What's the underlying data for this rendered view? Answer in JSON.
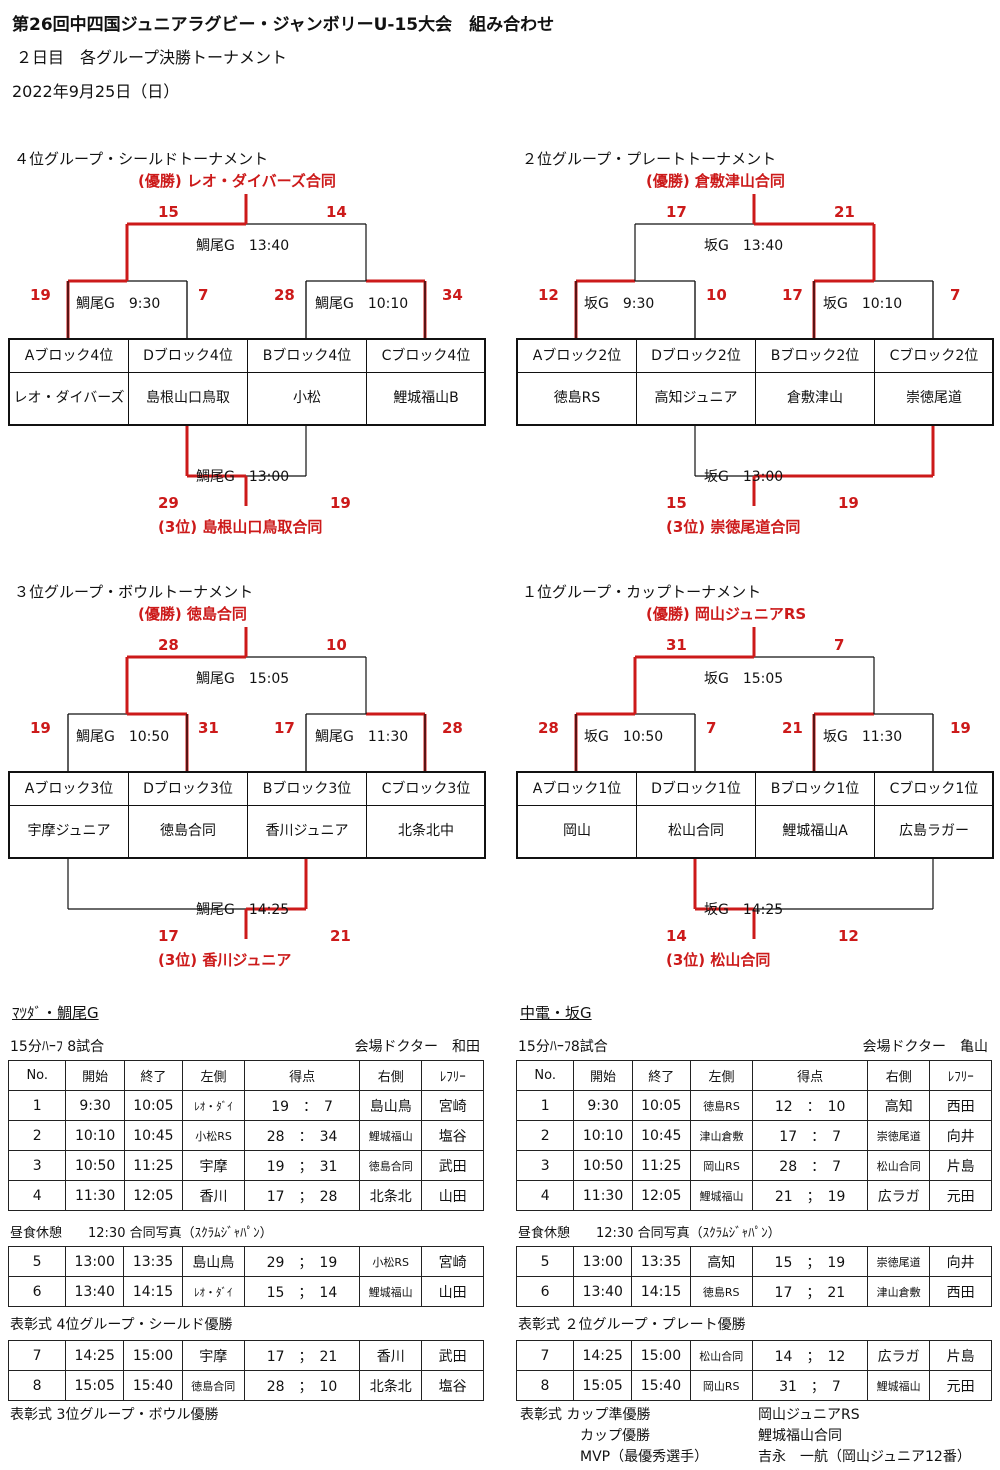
{
  "header": {
    "title": "第26回中四国ジュニアラグビー・ジャンボリーU-15大会　組み合わせ",
    "subtitle": "２日目　各グループ決勝トーナメント",
    "date": "2022年9月25日（日）"
  },
  "brackets": [
    {
      "title": "４位グループ・シールドトーナメント",
      "winner": "(優勝) レオ・ダイバーズ合同",
      "final": {
        "ground": "鯛尾G",
        "time": "13:40",
        "left": "15",
        "right": "14"
      },
      "semi_left": {
        "ground": "鯛尾G",
        "time": "9:30",
        "left": "19",
        "right": "7"
      },
      "semi_right": {
        "ground": "鯛尾G",
        "time": "10:10",
        "left": "28",
        "right": "34"
      },
      "third": {
        "ground": "鯛尾G",
        "time": "13:00",
        "left": "29",
        "right": "19",
        "label": "(3位) 島根山口鳥取合同"
      },
      "teams": [
        {
          "block": "Aブロック4位",
          "name": "レオ・ダイバーズ"
        },
        {
          "block": "Dブロック4位",
          "name": "島根山口鳥取"
        },
        {
          "block": "Bブロック4位",
          "name": "小松"
        },
        {
          "block": "Cブロック4位",
          "name": "鯉城福山B"
        }
      ]
    },
    {
      "title": "２位グループ・プレートトーナメント",
      "winner": "(優勝) 倉敷津山合同",
      "final": {
        "ground": "坂G",
        "time": "13:40",
        "left": "17",
        "right": "21"
      },
      "semi_left": {
        "ground": "坂G",
        "time": "9:30",
        "left": "12",
        "right": "10"
      },
      "semi_right": {
        "ground": "坂G",
        "time": "10:10",
        "left": "17",
        "right": "7"
      },
      "third": {
        "ground": "坂G",
        "time": "13:00",
        "left": "15",
        "right": "19",
        "label": "(3位) 崇徳尾道合同"
      },
      "teams": [
        {
          "block": "Aブロック2位",
          "name": "徳島RS"
        },
        {
          "block": "Dブロック2位",
          "name": "高知ジュニア"
        },
        {
          "block": "Bブロック2位",
          "name": "倉敷津山"
        },
        {
          "block": "Cブロック2位",
          "name": "崇徳尾道"
        }
      ]
    },
    {
      "title": "３位グループ・ボウルトーナメント",
      "winner": "(優勝) 徳島合同",
      "final": {
        "ground": "鯛尾G",
        "time": "15:05",
        "left": "28",
        "right": "10"
      },
      "semi_left": {
        "ground": "鯛尾G",
        "time": "10:50",
        "left": "19",
        "right": "31"
      },
      "semi_right": {
        "ground": "鯛尾G",
        "time": "11:30",
        "left": "17",
        "right": "28"
      },
      "third": {
        "ground": "鯛尾G",
        "time": "14:25",
        "left": "17",
        "right": "21",
        "label": "(3位) 香川ジュニア"
      },
      "teams": [
        {
          "block": "Aブロック3位",
          "name": "宇摩ジュニア"
        },
        {
          "block": "Dブロック3位",
          "name": "徳島合同"
        },
        {
          "block": "Bブロック3位",
          "name": "香川ジュニア"
        },
        {
          "block": "Cブロック3位",
          "name": "北条北中"
        }
      ]
    },
    {
      "title": "１位グループ・カップトーナメント",
      "winner": "(優勝) 岡山ジュニアRS",
      "final": {
        "ground": "坂G",
        "time": "15:05",
        "left": "31",
        "right": "7"
      },
      "semi_left": {
        "ground": "坂G",
        "time": "10:50",
        "left": "28",
        "right": "7"
      },
      "semi_right": {
        "ground": "坂G",
        "time": "11:30",
        "left": "21",
        "right": "19"
      },
      "third": {
        "ground": "坂G",
        "time": "14:25",
        "left": "14",
        "right": "12",
        "label": "(3位) 松山合同"
      },
      "teams": [
        {
          "block": "Aブロック1位",
          "name": "岡山"
        },
        {
          "block": "Dブロック1位",
          "name": "松山合同"
        },
        {
          "block": "Bブロック1位",
          "name": "鯉城福山A"
        },
        {
          "block": "Cブロック1位",
          "name": "広島ラガー"
        }
      ]
    }
  ],
  "schedules": [
    {
      "venue": "ﾏﾂﾀﾞ・鯛尾G",
      "format": "15分ﾊｰﾌ 8試合",
      "doctor": "会場ドクター　和田",
      "headers": [
        "No.",
        "開始",
        "終了",
        "左側",
        "得点",
        "右側",
        "ﾚﾌﾘｰ"
      ],
      "group1": [
        [
          "1",
          "9:30",
          "10:05",
          "ﾚｵ・ﾀﾞｲ",
          "19　：　7",
          "島山鳥",
          "宮崎"
        ],
        [
          "2",
          "10:10",
          "10:45",
          "小松RS",
          "28　：　34",
          "鯉城福山",
          "塩谷"
        ],
        [
          "3",
          "10:50",
          "11:25",
          "宇摩",
          "19　；　31",
          "徳島合同",
          "武田"
        ],
        [
          "4",
          "11:30",
          "12:05",
          "香川",
          "17　；　28",
          "北条北",
          "山田"
        ]
      ],
      "break": "昼食休憩　　12:30 合同写真（ｽｸﾗﾑｼﾞｬﾊﾟﾝ）",
      "group2": [
        [
          "5",
          "13:00",
          "13:35",
          "島山鳥",
          "29　；　19",
          "小松RS",
          "宮崎"
        ],
        [
          "6",
          "13:40",
          "14:15",
          "ﾚｵ・ﾀﾞｲ",
          "15　；　14",
          "鯉城福山",
          "山田"
        ]
      ],
      "award1": "表彰式  4位グループ・シールド優勝",
      "group3": [
        [
          "7",
          "14:25",
          "15:00",
          "宇摩",
          "17　；　21",
          "香川",
          "武田"
        ],
        [
          "8",
          "15:05",
          "15:40",
          "徳島合同",
          "28　；　10",
          "北条北",
          "塩谷"
        ]
      ],
      "award2": "表彰式  3位グループ・ボウル優勝"
    },
    {
      "venue": "中電・坂G",
      "format": "15分ﾊｰﾌ8試合",
      "doctor": "会場ドクター　亀山",
      "headers": [
        "No.",
        "開始",
        "終了",
        "左側",
        "得点",
        "右側",
        "ﾚﾌﾘｰ"
      ],
      "group1": [
        [
          "1",
          "9:30",
          "10:05",
          "徳島RS",
          "12　：　10",
          "高知",
          "西田"
        ],
        [
          "2",
          "10:10",
          "10:45",
          "津山倉敷",
          "17　：　7",
          "崇徳尾道",
          "向井"
        ],
        [
          "3",
          "10:50",
          "11:25",
          "岡山RS",
          "28　：　7",
          "松山合同",
          "片島"
        ],
        [
          "4",
          "11:30",
          "12:05",
          "鯉城福山",
          "21　；　19",
          "広ラガ",
          "元田"
        ]
      ],
      "break": "昼食休憩　　12:30 合同写真（ｽｸﾗﾑｼﾞｬﾊﾟﾝ）",
      "group2": [
        [
          "5",
          "13:00",
          "13:35",
          "高知",
          "15　；　19",
          "崇徳尾道",
          "向井"
        ],
        [
          "6",
          "13:40",
          "14:15",
          "徳島RS",
          "17　；　21",
          "津山倉敷",
          "西田"
        ]
      ],
      "award1": "表彰式  ２位グループ・プレート優勝",
      "group3": [
        [
          "7",
          "14:25",
          "15:00",
          "松山合同",
          "14　；　12",
          "広ラガ",
          "片島"
        ],
        [
          "8",
          "15:05",
          "15:40",
          "岡山RS",
          "31　；　7",
          "鯉城福山",
          "元田"
        ]
      ],
      "award2_lines": [
        {
          "label": "表彰式  カップ準優勝",
          "value": "岡山ジュニアRS"
        },
        {
          "label": "カップ優勝",
          "value": "鯉城福山合同"
        },
        {
          "label": "MVP（最優秀選手）",
          "value": "吉永　一航（岡山ジュニア12番）"
        }
      ]
    }
  ],
  "colors": {
    "accent": "#cc1a1a",
    "line": "#111111"
  }
}
